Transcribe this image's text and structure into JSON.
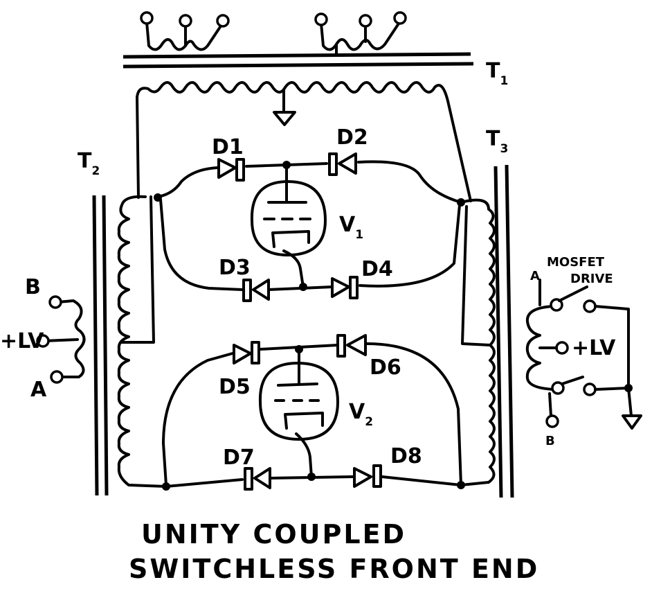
{
  "labels": {
    "t1": "T",
    "t1_sub": "1",
    "t2": "T",
    "t2_sub": "2",
    "t3": "T",
    "t3_sub": "3",
    "v1": "V",
    "v1_sub": "1",
    "v2": "V",
    "v2_sub": "2",
    "d1": "D1",
    "d2": "D2",
    "d3": "D3",
    "d4": "D4",
    "d5": "D5",
    "d6": "D6",
    "d7": "D7",
    "d8": "D8"
  },
  "left_terminals": {
    "b": "B",
    "lv": "+LV",
    "a": "A"
  },
  "right_drive": {
    "title_line1": "MOSFET",
    "title_line2": "DRIVE",
    "a": "A",
    "lv": "+LV",
    "b": "B"
  },
  "caption": {
    "line1": "UNITY COUPLED",
    "line2": "SWITCHLESS FRONT END"
  }
}
